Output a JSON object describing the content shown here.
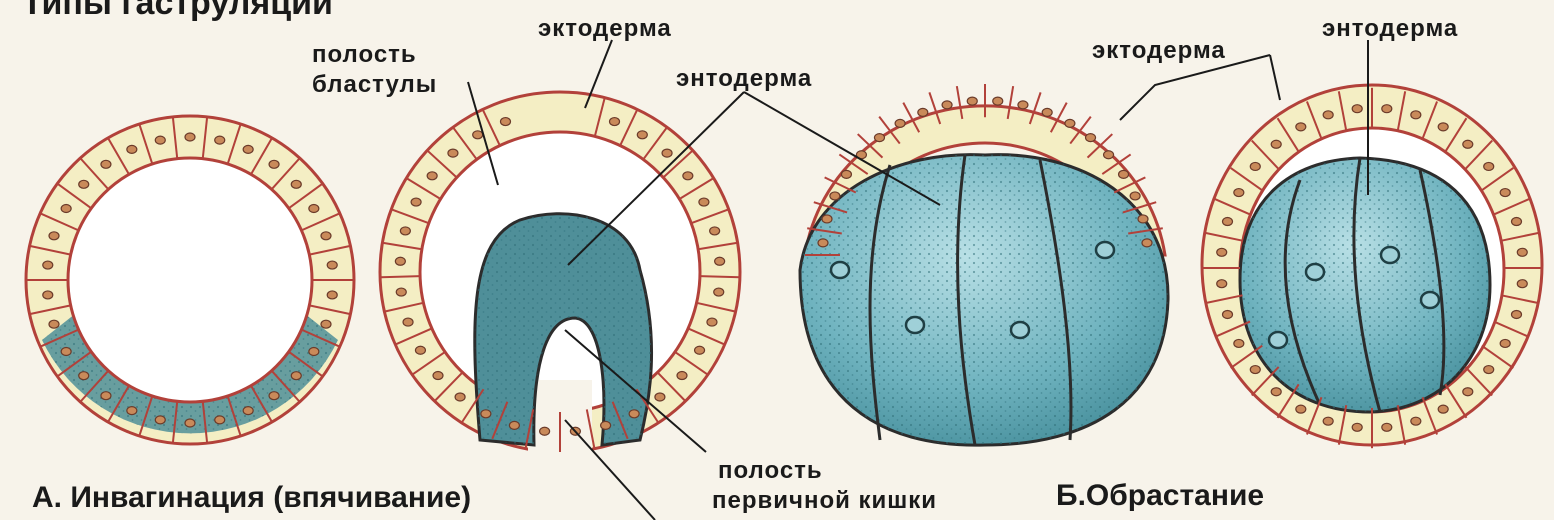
{
  "title": "Типы гаструляции",
  "labels": {
    "ectoderm_2": "эктодерма",
    "blastula_cavity_1": "полость",
    "blastula_cavity_2": "бластулы",
    "entoderm_mid": "энтодерма",
    "ectoderm_4": "эктодерма",
    "entoderm_4": "энтодерма",
    "gut_cavity_1": "полость",
    "gut_cavity_2": "первичной кишки"
  },
  "captions": {
    "a": "А. Инвагинация (впячивание)",
    "b": "Б.Обрастание"
  },
  "colors": {
    "background": "#f7f3ea",
    "ectoderm_fill": "#f4eec4",
    "cell_border": "#b2413a",
    "entoderm_fill": "#4f99a6",
    "entoderm_light": "#9fd0d8",
    "outline": "#2c2c2c"
  }
}
